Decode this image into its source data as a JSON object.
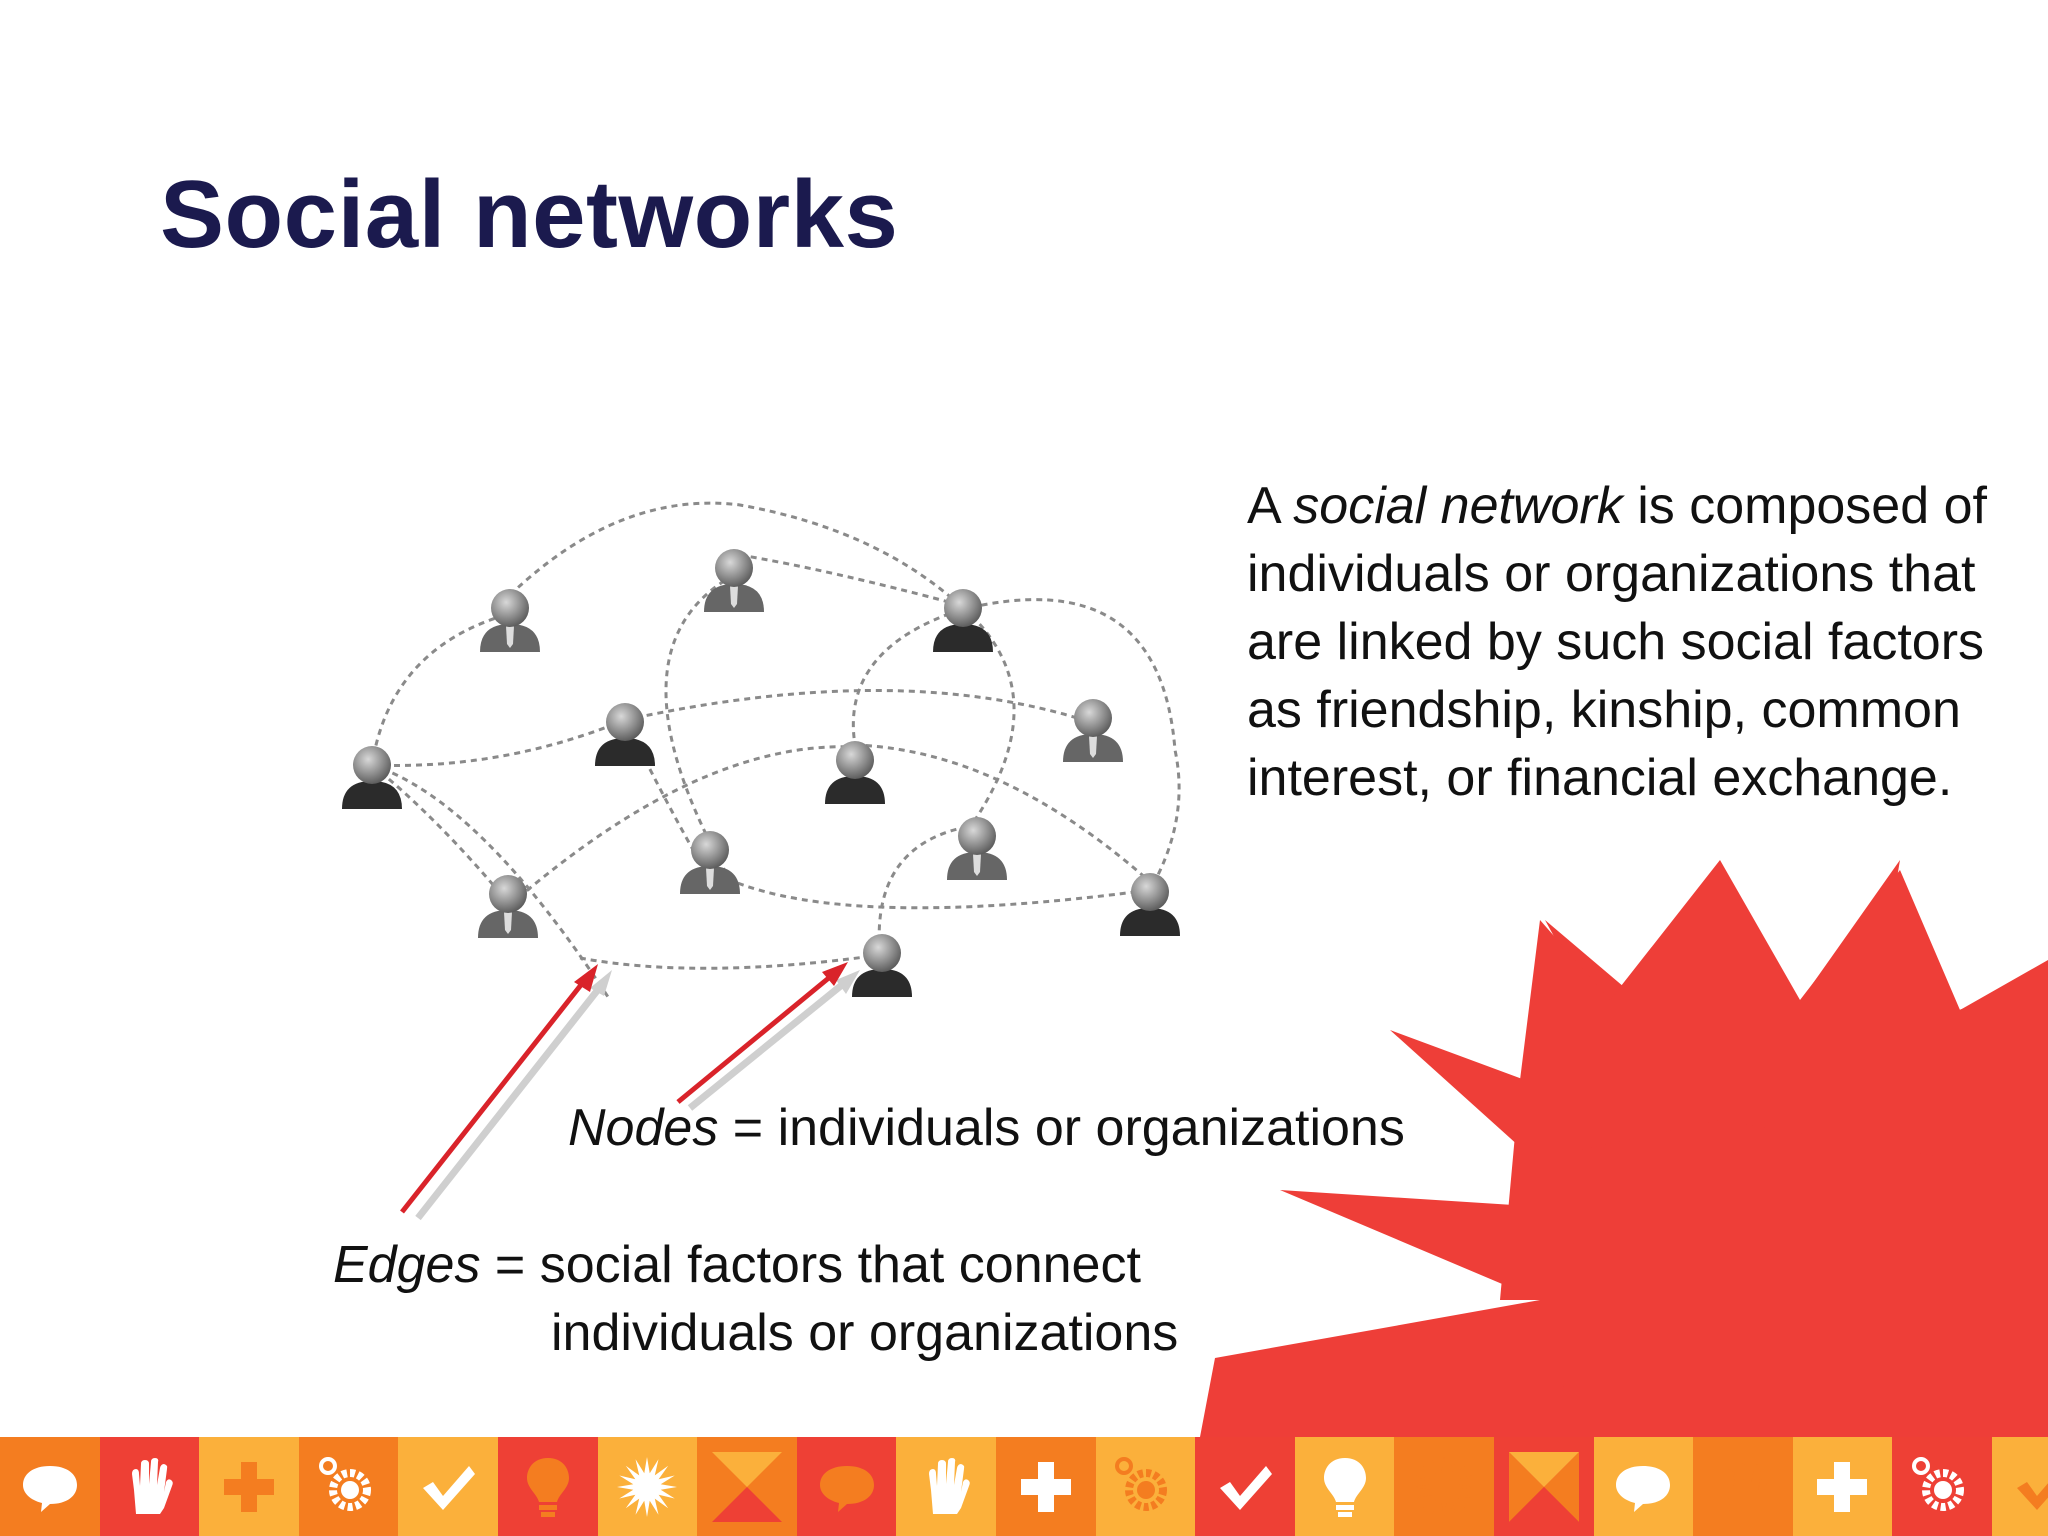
{
  "title": "Social networks",
  "description": {
    "lead": "A",
    "term": "social network",
    "rest": "is composed of individuals or organizations that are linked by such social factors as friendship, kinship, common interest, or financial exchange."
  },
  "nodes_label": {
    "term": "Nodes",
    "text": "= individuals or organizations"
  },
  "edges_label": {
    "term": "Edges",
    "text_line1": "= social factors that connect",
    "text_line2": "individuals or organizations"
  },
  "colors": {
    "title": "#1b1a4e",
    "burst": "#ee3e38",
    "arrow": "#d9232a",
    "edge": "#8a8a8a",
    "footer_orange": "#f47d20",
    "footer_red": "#ee4035",
    "footer_yellow": "#fbb03b"
  },
  "footer_icons": [
    "speech-bubble-icon",
    "hand-icon",
    "plus-icon",
    "gear-icon",
    "check-icon",
    "lightbulb-icon",
    "sunburst-icon",
    "bowtie-icon",
    "speech-bubble-icon",
    "hand-icon",
    "plus-icon",
    "gear-icon",
    "check-icon",
    "lightbulb-icon",
    "sunburst-icon",
    "bowtie-icon",
    "speech-bubble-icon",
    "hand-icon",
    "plus-icon",
    "gear-icon",
    "check-icon"
  ]
}
